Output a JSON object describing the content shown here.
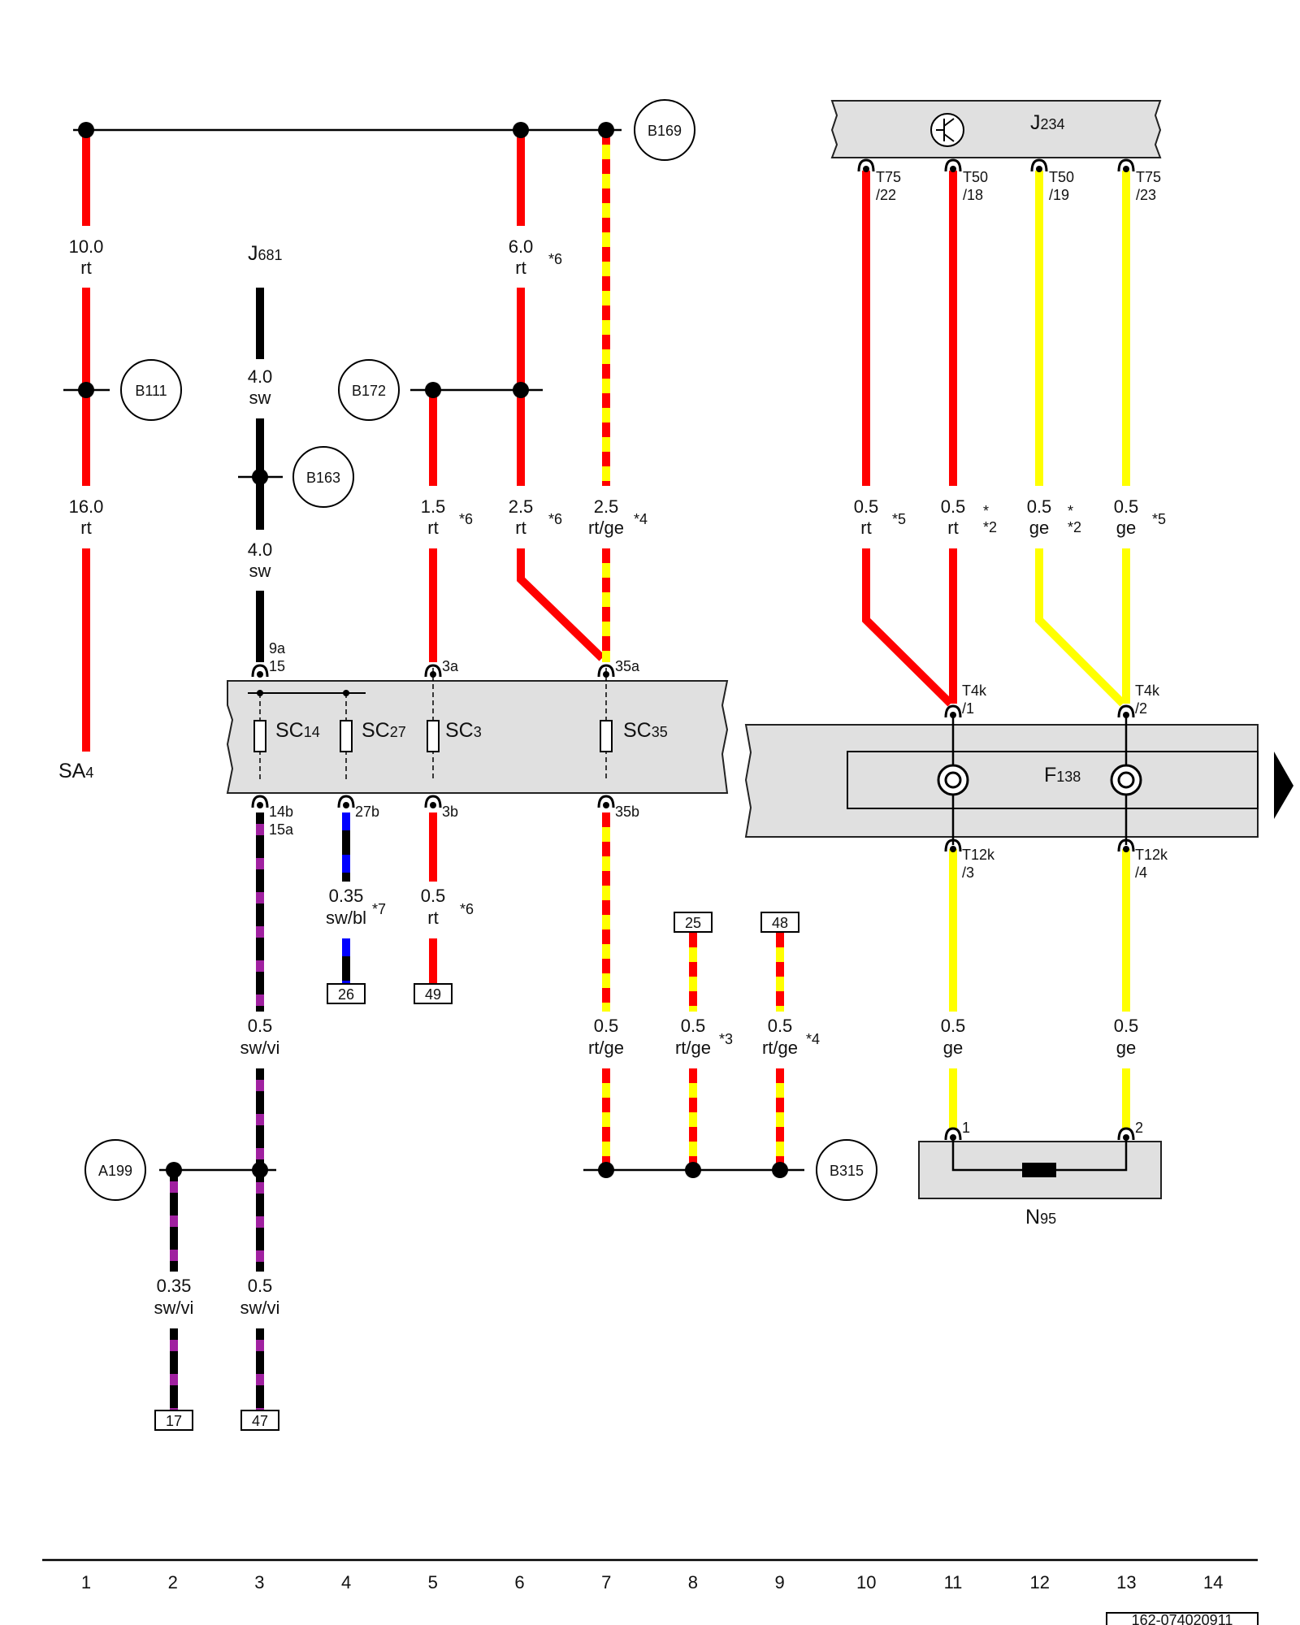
{
  "colors": {
    "rt": "#ff0000",
    "ge": "#ffff00",
    "sw": "#000000",
    "vi": "#a020a0",
    "bl": "#0000ff",
    "component_fill": "#e0e0e0"
  },
  "components": {
    "J234": {
      "prefix": "J",
      "num": "234"
    },
    "J681": {
      "prefix": "J",
      "num": "681"
    },
    "F138": {
      "prefix": "F",
      "num": "138"
    },
    "N95": {
      "prefix": "N",
      "num": "95"
    },
    "SA4": {
      "prefix": "SA",
      "num": "4"
    },
    "fuses": [
      {
        "prefix": "SC",
        "num": "14"
      },
      {
        "prefix": "SC",
        "num": "27"
      },
      {
        "prefix": "SC",
        "num": "3"
      },
      {
        "prefix": "SC",
        "num": "35"
      }
    ]
  },
  "junctions": [
    "B169",
    "B111",
    "B172",
    "B163",
    "A199",
    "B315"
  ],
  "wires": [
    {
      "size": "10.0",
      "color": "rt"
    },
    {
      "size": "16.0",
      "color": "rt"
    },
    {
      "size": "4.0",
      "color": "sw"
    },
    {
      "size": "4.0",
      "color": "sw"
    },
    {
      "size": "6.0",
      "color": "rt",
      "note": "*6"
    },
    {
      "size": "1.5",
      "color": "rt",
      "note": "*6"
    },
    {
      "size": "2.5",
      "color": "rt",
      "note": "*6"
    },
    {
      "size": "2.5",
      "color": "rt/ge",
      "note": "*4"
    },
    {
      "size": "0.5",
      "color": "rt",
      "note": "*5"
    },
    {
      "size": "0.5",
      "color": "rt",
      "note": "*\n*2"
    },
    {
      "size": "0.5",
      "color": "ge",
      "note": "*\n*2"
    },
    {
      "size": "0.5",
      "color": "ge",
      "note": "*5"
    },
    {
      "size": "0.35",
      "color": "sw/bl",
      "note": "*7"
    },
    {
      "size": "0.5",
      "color": "rt",
      "note": "*6"
    },
    {
      "size": "0.5",
      "color": "sw/vi"
    },
    {
      "size": "0.5",
      "color": "rt/ge"
    },
    {
      "size": "0.5",
      "color": "rt/ge",
      "note": "*3"
    },
    {
      "size": "0.5",
      "color": "rt/ge",
      "note": "*4"
    },
    {
      "size": "0.5",
      "color": "ge"
    },
    {
      "size": "0.5",
      "color": "ge"
    },
    {
      "size": "0.35",
      "color": "sw/vi"
    },
    {
      "size": "0.5",
      "color": "sw/vi"
    }
  ],
  "pins": [
    [
      "T75",
      "/22"
    ],
    [
      "T50",
      "/18"
    ],
    [
      "T50",
      "/19"
    ],
    [
      "T75",
      "/23"
    ],
    [
      "9a",
      "15"
    ],
    [
      "3a",
      ""
    ],
    [
      "35a",
      ""
    ],
    [
      "14b",
      "15a"
    ],
    [
      "27b",
      ""
    ],
    [
      "3b",
      ""
    ],
    [
      "35b",
      ""
    ],
    [
      "T4k",
      "/1"
    ],
    [
      "T4k",
      "/2"
    ],
    [
      "T12k",
      "/3"
    ],
    [
      "T12k",
      "/4"
    ],
    [
      "1",
      ""
    ],
    [
      "2",
      ""
    ]
  ],
  "refs": [
    "26",
    "49",
    "25",
    "48",
    "17",
    "47"
  ],
  "grid_numbers": [
    "1",
    "2",
    "3",
    "4",
    "5",
    "6",
    "7",
    "8",
    "9",
    "10",
    "11",
    "12",
    "13",
    "14"
  ],
  "drawing_number": "162-074020911"
}
